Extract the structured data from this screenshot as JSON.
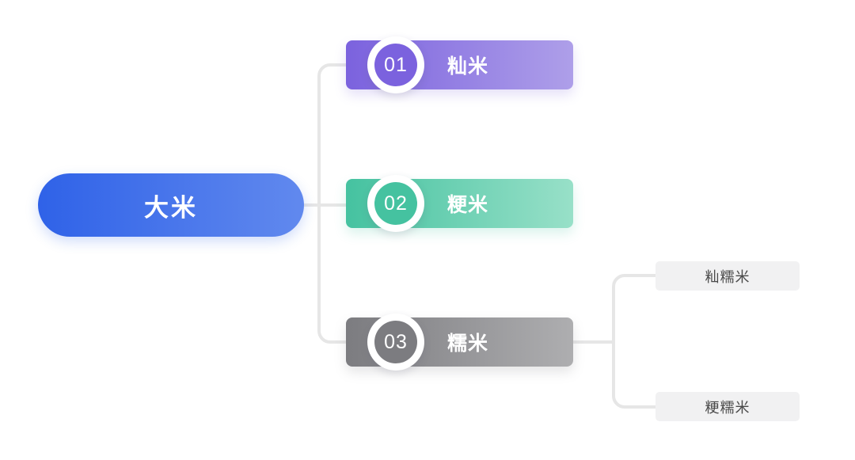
{
  "diagram": {
    "type": "mind-map",
    "title": "大米",
    "root": {
      "label": "大米"
    },
    "branches": [
      {
        "number": "01",
        "label": "籼米",
        "color_start": "#7b62de",
        "color_end": "#ae9fe9"
      },
      {
        "number": "02",
        "label": "粳米",
        "color_start": "#45c2a0",
        "color_end": "#98e0c8"
      },
      {
        "number": "03",
        "label": "糯米",
        "color_start": "#7c7c80",
        "color_end": "#aeaeb0"
      }
    ],
    "leaves": [
      {
        "label": "籼糯米"
      },
      {
        "label": "粳糯米"
      }
    ],
    "colors": {
      "root_start": "#2f62e8",
      "root_end": "#6189ee",
      "connector": "#e6e6e6",
      "leaf_background": "#f1f1f2",
      "leaf_text": "#4a4a4a",
      "canvas_background": "#ffffff"
    }
  }
}
